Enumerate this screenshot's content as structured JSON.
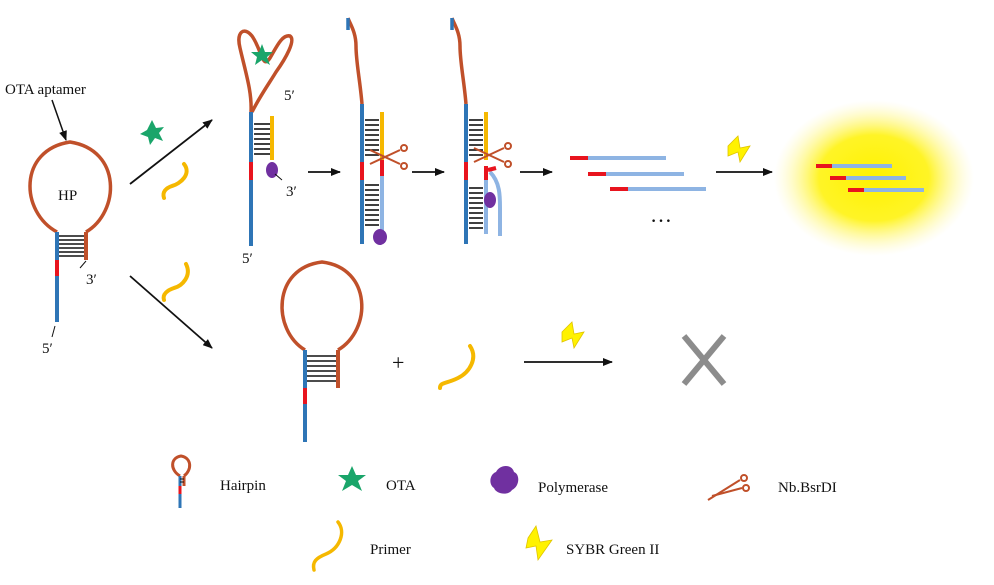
{
  "labels": {
    "aptamer": "OTA aptamer",
    "hp": "HP",
    "five_prime": "5′",
    "three_prime": "3′",
    "ellipsis": "…",
    "plus": "+"
  },
  "legend": {
    "hairpin": "Hairpin",
    "ota": "OTA",
    "polymerase": "Polymerase",
    "nicking_enzyme": "Nb.BsrDI",
    "primer": "Primer",
    "sybr": "SYBR Green II"
  },
  "colors": {
    "strand_blue": "#2e75b6",
    "loop_rust": "#c0502a",
    "marker_red": "#e8141e",
    "primer_yellow": "#f5b800",
    "ota_green": "#1aa56a",
    "polymerase_purple": "#7030a0",
    "product_lightblue": "#8eb4e3",
    "glow_yellow": "#fff200",
    "cross_gray": "#8c8c8c"
  },
  "icons": {
    "ota": "star-icon",
    "polymerase": "blob-icon",
    "nicking_enzyme": "scissors-icon",
    "sybr": "lightning-icon",
    "no_signal": "cross-icon"
  }
}
